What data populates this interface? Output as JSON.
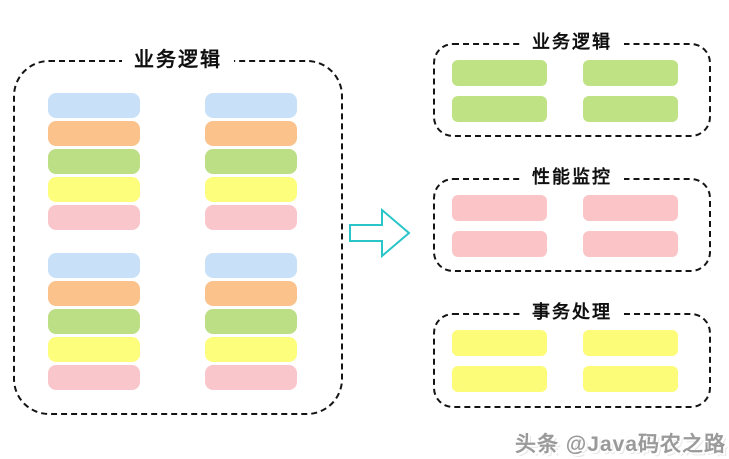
{
  "left_panel": {
    "title": "业务逻辑",
    "columns": 2,
    "stacks_per_column": 2,
    "block_colors": [
      {
        "name": "blue",
        "hex": "#C9E1F8"
      },
      {
        "name": "orange",
        "hex": "#FCC28C"
      },
      {
        "name": "green",
        "hex": "#BCDF85"
      },
      {
        "name": "yellow",
        "hex": "#FEFE7D"
      },
      {
        "name": "pink",
        "hex": "#F9C7CB"
      }
    ]
  },
  "arrow": {
    "shape": "block-arrow-right",
    "color": "#29C5C9"
  },
  "right_panels": [
    {
      "title": "业务逻辑",
      "block_color": "#BFE284",
      "block_name": "business-logic-block",
      "rows": 2,
      "cols": 2
    },
    {
      "title": "性能监控",
      "block_color": "#FBC5C8",
      "block_name": "performance-monitor-block",
      "rows": 2,
      "cols": 2
    },
    {
      "title": "事务处理",
      "block_color": "#FCFC78",
      "block_name": "transaction-block",
      "rows": 2,
      "cols": 2
    }
  ],
  "watermark": {
    "text": "头条 @Java码农之路",
    "color": "#9A9A9A"
  }
}
